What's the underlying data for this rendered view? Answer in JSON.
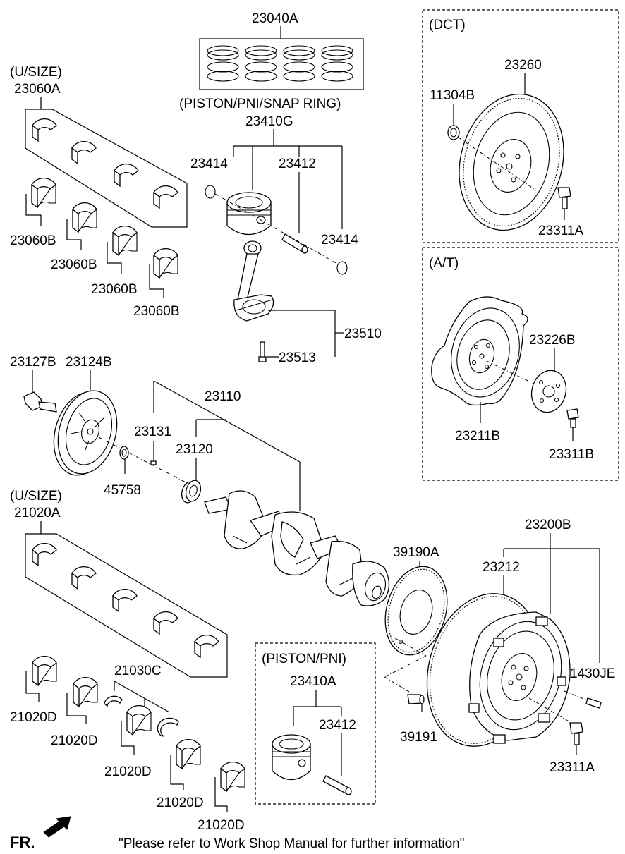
{
  "labels": {
    "rings_set": "23040A",
    "piston_set_caption": "(PISTON/PNI/SNAP RING)",
    "piston_set": "23410G",
    "snap_ring_left": "23414",
    "pin_upper": "23412",
    "snap_ring_right": "23414",
    "conrod": "23510",
    "conrod_bolt": "23513",
    "usize_top_caption": "(U/SIZE)",
    "usize_top_set": "23060A",
    "bearing_b1": "23060B",
    "bearing_b2": "23060B",
    "bearing_b3": "23060B",
    "bearing_b4": "23060B",
    "dct_caption": "(DCT)",
    "dct_flywheel": "23260",
    "dct_seal": "11304B",
    "dct_bolt": "23311A",
    "at_caption": "(A/T)",
    "at_plate": "23226B",
    "at_driveplate": "23211B",
    "at_bolt": "23311B",
    "pulley_bolt": "23127B",
    "pulley": "23124B",
    "crankshaft_assy": "23110",
    "key": "23131",
    "sprocket": "23120",
    "washer": "45758",
    "usize_bottom_caption": "(U/SIZE)",
    "usize_bottom_set": "21020A",
    "thrust_bearing": "21030C",
    "main_bearing_1": "21020D",
    "main_bearing_2": "21020D",
    "main_bearing_3": "21020D",
    "main_bearing_4": "21020D",
    "main_bearing_5": "21020D",
    "flywheel_assy": "23200B",
    "ring_gear": "23212",
    "reluctor": "39190A",
    "reluctor_bolt": "39191",
    "dowel": "1430JE",
    "flywheel_bolt": "23311A",
    "piston_pni_caption": "(PISTON/PNI)",
    "piston_pni_set": "23410A",
    "pin_lower": "23412",
    "fr": "FR.",
    "note": "\"Please refer to Work Shop Manual for further information\""
  }
}
